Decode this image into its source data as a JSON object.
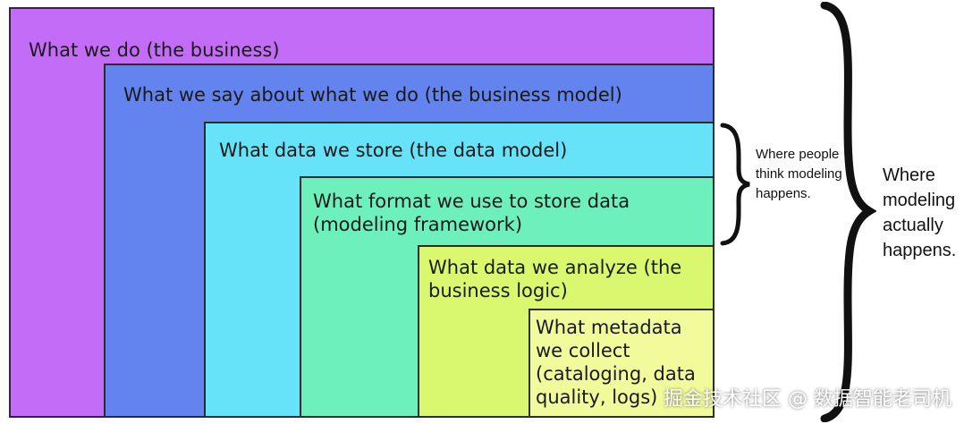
{
  "layers": [
    {
      "label": "What we do (the business)",
      "color": "#c36cf7"
    },
    {
      "label": "What we say about what we do (the business model)",
      "color": "#6383ee"
    },
    {
      "label": "What data we store (the data model)",
      "color": "#66e2f9"
    },
    {
      "label": "What format we use to store data (modeling framework)",
      "color": "#6ef0bd"
    },
    {
      "label": "What data we analyze (the business logic)",
      "color": "#d9f870"
    },
    {
      "label": "What metadata we collect (cataloging, data quality, logs)",
      "color": "#f2fb9c"
    }
  ],
  "annotations": {
    "small": "Where people think modeling happens.",
    "large": "Where modeling actually happens."
  },
  "watermark": "掘金技术社区 @ 数据智能老司机"
}
